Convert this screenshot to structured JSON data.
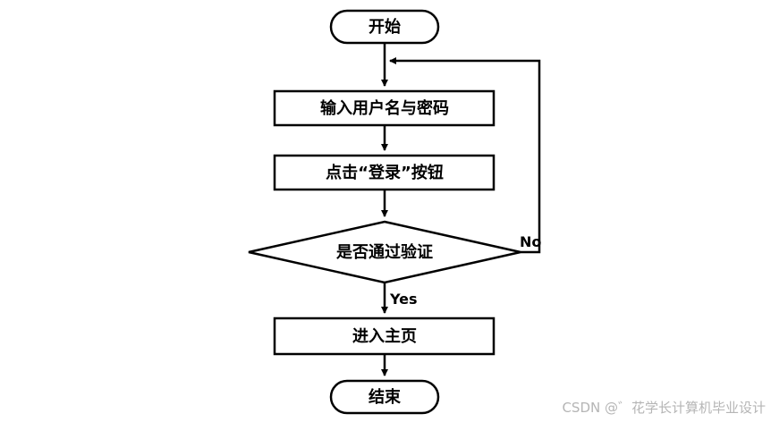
{
  "flowchart": {
    "start": "开始",
    "input": "输入用户名与密码",
    "click": "点击“登录”按钮",
    "decision": "是否通过验证",
    "enter": "进入主页",
    "end": "结束",
    "yes_label": "Yes",
    "no_label": "No"
  },
  "watermark": "CSDN @゛花学长计算机毕业设计",
  "colors": {
    "stroke": "#000000",
    "fill": "#ffffff",
    "watermark": "#b5b5b5"
  }
}
